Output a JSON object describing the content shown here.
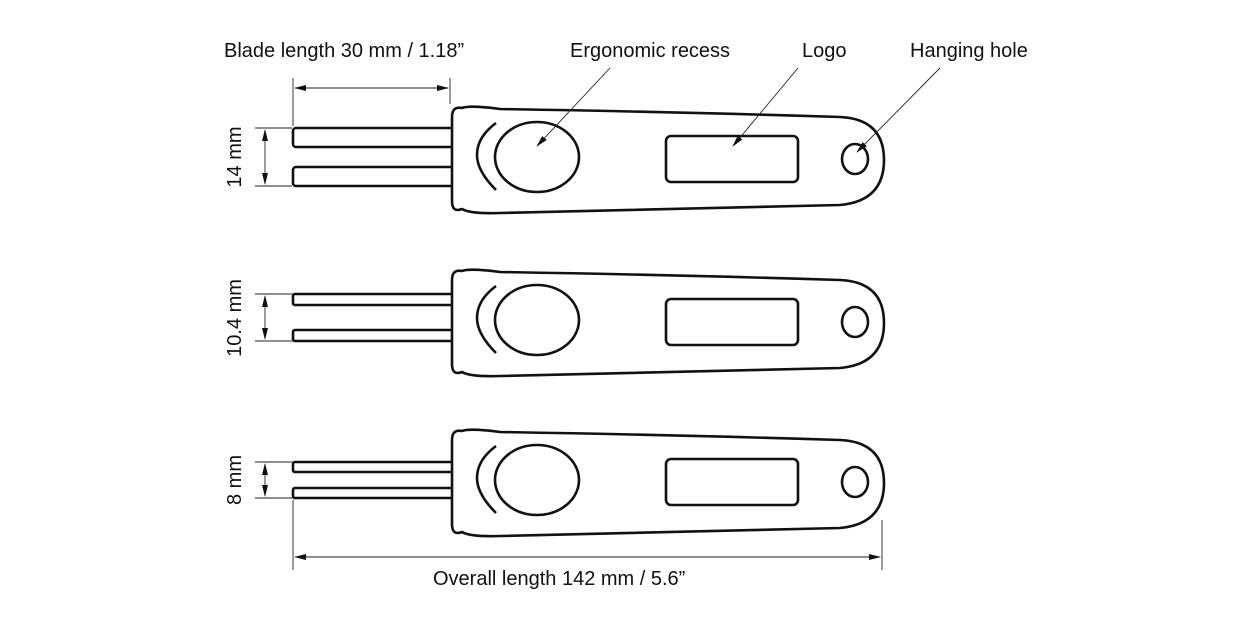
{
  "labels": {
    "blade_length": "Blade length 30 mm / 1.18”",
    "ergonomic_recess": "Ergonomic recess",
    "logo": "Logo",
    "hanging_hole": "Hanging hole",
    "overall_length": "Overall length 142 mm / 5.6”"
  },
  "tools": [
    {
      "width_label": "14 mm"
    },
    {
      "width_label": "10.4 mm"
    },
    {
      "width_label": "8 mm"
    }
  ]
}
